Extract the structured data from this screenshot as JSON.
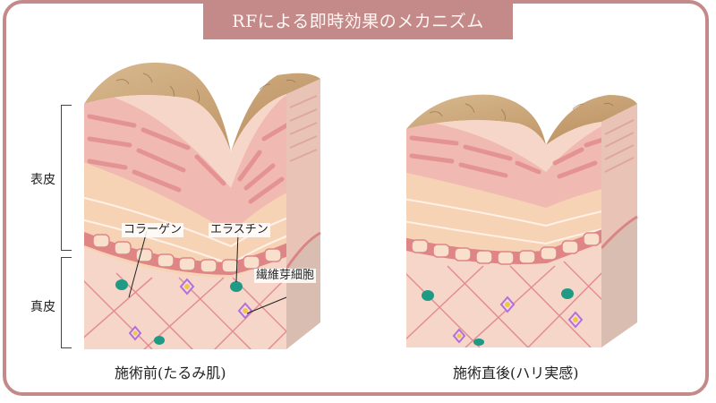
{
  "title": "RFによる即時効果のメカニズム",
  "layers": {
    "epidermis": "表皮",
    "dermis": "真皮"
  },
  "callouts": {
    "collagen": "コラーゲン",
    "elastin": "エラスチン",
    "fibroblast": "繊維芽細胞"
  },
  "panels": [
    {
      "caption": "施術前(たるみ肌)",
      "state": "before"
    },
    {
      "caption": "施術直後(ハリ実感)",
      "state": "after"
    }
  ],
  "colors": {
    "accent": "#c48a8a",
    "surface": "#c9a47a",
    "epidermis_upper": "#f0b9b2",
    "epidermis_lower": "#f7d3b5",
    "basal_line": "#e08585",
    "dermis": "#f6d6c8",
    "fiber": "#e0808a",
    "elastin": "#1f9a85",
    "fibroblast_border": "#b070d8",
    "fibroblast_core": "#f0c840",
    "side_face": "#d9bdb0"
  }
}
